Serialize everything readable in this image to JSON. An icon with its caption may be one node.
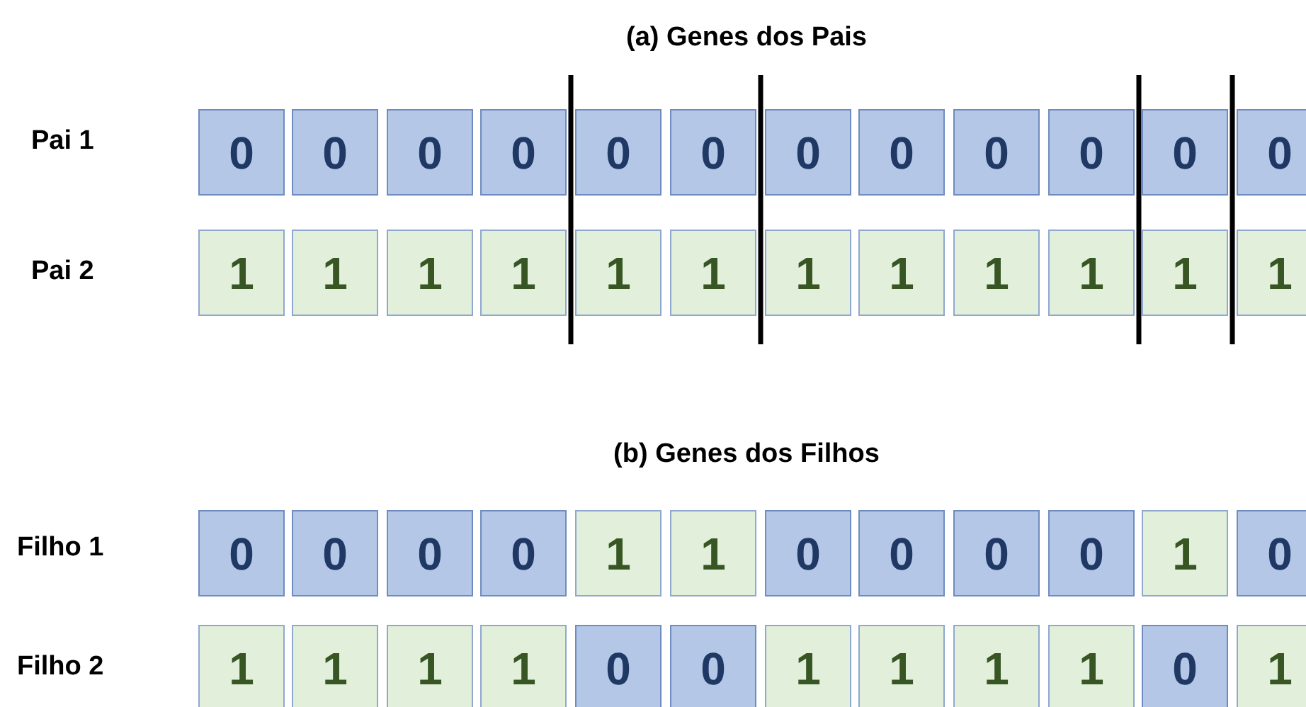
{
  "diagram": {
    "nodes": [
      {
        "text": [
          "0"
        ]
      },
      {
        "text": [
          "0"
        ]
      },
      {
        "text": [
          "0"
        ]
      },
      {
        "text": [
          "0"
        ]
      },
      {
        "text": [
          "0"
        ]
      },
      {
        "text": [
          "0"
        ]
      },
      {
        "text": [
          "0"
        ]
      },
      {
        "text": [
          "0"
        ]
      },
      {
        "text": [
          "0"
        ]
      },
      {
        "text": [
          "0"
        ]
      },
      {
        "text": [
          "0"
        ]
      },
      {
        "text": [
          "0"
        ]
      },
      {
        "text": [
          "1"
        ]
      },
      {
        "text": [
          "1"
        ]
      },
      {
        "text": [
          "1"
        ]
      },
      {
        "text": [
          "1"
        ]
      },
      {
        "text": [
          "1"
        ]
      },
      {
        "text": [
          "1"
        ]
      },
      {
        "text": [
          "1"
        ]
      },
      {
        "text": [
          "1"
        ]
      },
      {
        "text": [
          "1"
        ]
      },
      {
        "text": [
          "1"
        ]
      },
      {
        "text": [
          "1"
        ]
      },
      {
        "text": [
          "1"
        ]
      },
      {
        "text": [
          "0"
        ]
      },
      {
        "text": [
          "0"
        ]
      },
      {
        "text": [
          "0"
        ]
      },
      {
        "text": [
          "0"
        ]
      },
      {
        "text": [
          "1"
        ]
      },
      {
        "text": [
          "1"
        ]
      },
      {
        "text": [
          "0"
        ]
      },
      {
        "text": [
          "0"
        ]
      },
      {
        "text": [
          "0"
        ]
      },
      {
        "text": [
          "0"
        ]
      },
      {
        "text": [
          "1"
        ]
      },
      {
        "text": [
          "0"
        ]
      },
      {
        "text": [
          "1"
        ]
      },
      {
        "text": [
          "1"
        ]
      },
      {
        "text": [
          "1"
        ]
      },
      {
        "text": [
          "1"
        ]
      },
      {
        "text": [
          "0"
        ]
      },
      {
        "text": [
          "0"
        ]
      },
      {
        "text": [
          "1"
        ]
      },
      {
        "text": [
          "1"
        ]
      },
      {
        "text": [
          "1"
        ]
      },
      {
        "text": [
          "1"
        ]
      },
      {
        "text": [
          "0"
        ]
      },
      {
        "text": [
          "1"
        ]
      }
    ],
    "labels": [
      "(a) Genes dos Pais",
      "Pai 1",
      "Pai 2",
      "(b) Genes dos Filhos",
      "Filho 1",
      "Filho 2"
    ]
  }
}
